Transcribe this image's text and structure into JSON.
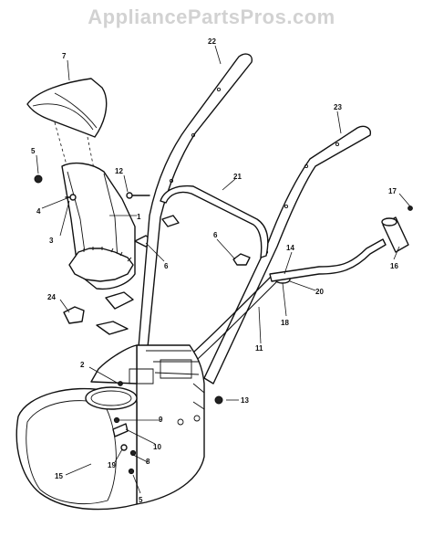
{
  "watermark": "AppliancePartsPros.com",
  "callouts": [
    "1",
    "2",
    "3",
    "4",
    "5",
    "5",
    "6",
    "6",
    "7",
    "8",
    "9",
    "10",
    "11",
    "12",
    "13",
    "14",
    "15",
    "16",
    "17",
    "18",
    "19",
    "20",
    "21",
    "22",
    "23",
    "24"
  ]
}
